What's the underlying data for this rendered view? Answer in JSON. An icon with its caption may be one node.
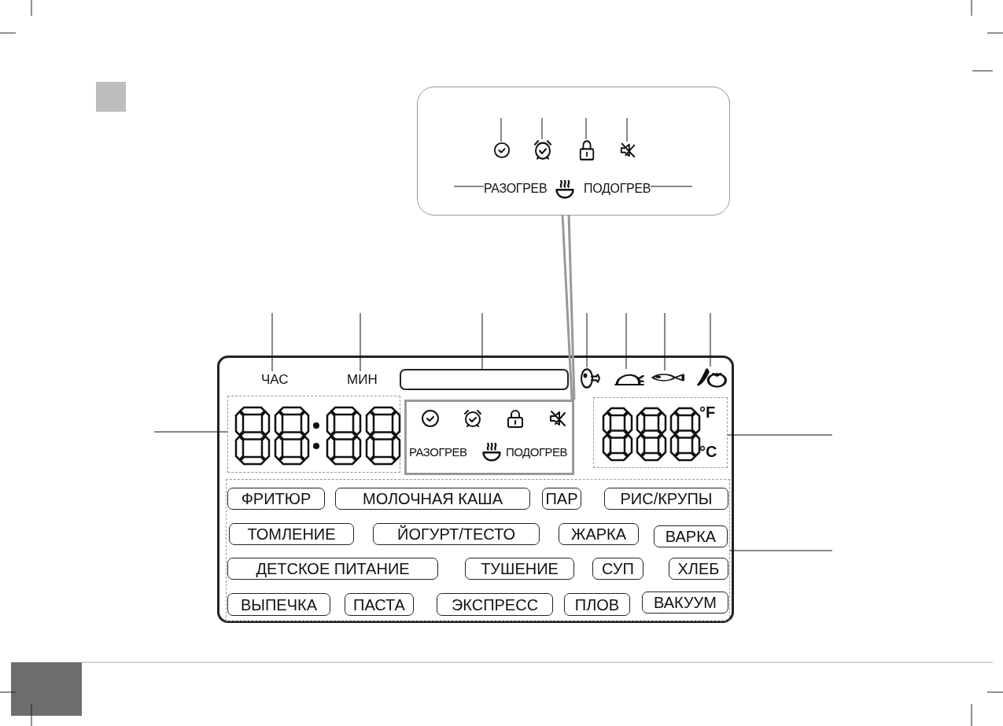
{
  "diagram": {
    "nodes": [
      {
        "text": [],
        "shape": "box"
      },
      {
        "text": [
          "ЧАС"
        ],
        "in": 0
      },
      {
        "text": [
          "МИН"
        ],
        "in": 0
      },
      {
        "text": [],
        "shape": "box",
        "in": 0
      },
      {
        "text": [],
        "shape": "meat",
        "in": 0
      },
      {
        "text": [],
        "shape": "chicken",
        "in": 0
      },
      {
        "text": [],
        "shape": "fish",
        "in": 0
      },
      {
        "text": [],
        "shape": "vegetables",
        "in": 0
      },
      {
        "text": [],
        "shape": "box",
        "in": 0
      },
      {
        "text": [
          "РАЗОГРЕВ",
          "ПОДОГРЕВ"
        ],
        "in": 0
      },
      {
        "text": [
          "°F",
          "°C"
        ],
        "in": 0
      },
      {
        "text": [],
        "shape": "box",
        "in": 0
      },
      {
        "text": [
          "ФРИТЮР"
        ],
        "in": 11
      },
      {
        "text": [
          "МОЛОЧНАЯ КАША"
        ],
        "in": 11
      },
      {
        "text": [
          "ПАР"
        ],
        "in": 11
      },
      {
        "text": [
          "РИС/КРУПЫ"
        ],
        "in": 11
      },
      {
        "text": [
          "ТОМЛЕНИЕ"
        ],
        "in": 11
      },
      {
        "text": [
          "ЙОГУРТ/ТЕСТО"
        ],
        "in": 11
      },
      {
        "text": [
          "ЖАРКА"
        ],
        "in": 11
      },
      {
        "text": [
          "ВАРКА"
        ],
        "in": 11
      },
      {
        "text": [
          "ДЕТСКОЕ ПИТАНИЕ"
        ],
        "in": 11
      },
      {
        "text": [
          "ТУШЕНИЕ"
        ],
        "in": 11
      },
      {
        "text": [
          "СУП"
        ],
        "in": 11
      },
      {
        "text": [
          "ХЛЕБ"
        ],
        "in": 11
      },
      {
        "text": [
          "ВЫПЕЧКА"
        ],
        "in": 11
      },
      {
        "text": [
          "ПАСТА"
        ],
        "in": 11
      },
      {
        "text": [
          "ЭКСПРЕСС"
        ],
        "in": 11
      },
      {
        "text": [
          "ПЛОВ"
        ],
        "in": 11
      },
      {
        "text": [
          "ВАКУУМ"
        ],
        "in": 11
      },
      {
        "text": [],
        "shape": "box"
      },
      {
        "text": [],
        "shape": "clock",
        "in": 29
      },
      {
        "text": [],
        "shape": "alarm-clock",
        "in": 29
      },
      {
        "text": [],
        "shape": "lock",
        "in": 29
      },
      {
        "text": [],
        "shape": "speaker",
        "in": 29
      },
      {
        "text": [
          "РАЗОГРЕВ"
        ],
        "in": 29
      },
      {
        "text": [
          "ПОДОГРЕВ"
        ],
        "in": 29
      }
    ],
    "edges": [
      {
        "from": null,
        "to": 1,
        "arrow": "none"
      },
      {
        "from": null,
        "to": 2,
        "arrow": "none"
      },
      {
        "from": null,
        "to": 3,
        "arrow": "none"
      },
      {
        "from": null,
        "to": 4,
        "arrow": "none"
      },
      {
        "from": null,
        "to": 5,
        "arrow": "none"
      },
      {
        "from": null,
        "to": 6,
        "arrow": "none"
      },
      {
        "from": null,
        "to": 7,
        "arrow": "none"
      },
      {
        "from": null,
        "to": 8,
        "arrow": "none"
      },
      {
        "from": null,
        "to": 10,
        "arrow": "none"
      },
      {
        "from": null,
        "to": 11,
        "arrow": "none"
      },
      {
        "from": 9,
        "to": 29,
        "arrow": "none",
        "color": "#999999",
        "style": "thick"
      },
      {
        "from": null,
        "to": 30,
        "arrow": "none"
      },
      {
        "from": null,
        "to": 31,
        "arrow": "none"
      },
      {
        "from": null,
        "to": 32,
        "arrow": "none"
      },
      {
        "from": null,
        "to": 33,
        "arrow": "none"
      },
      {
        "from": null,
        "to": 34,
        "arrow": "none"
      },
      {
        "from": null,
        "to": 35,
        "arrow": "none"
      }
    ]
  }
}
